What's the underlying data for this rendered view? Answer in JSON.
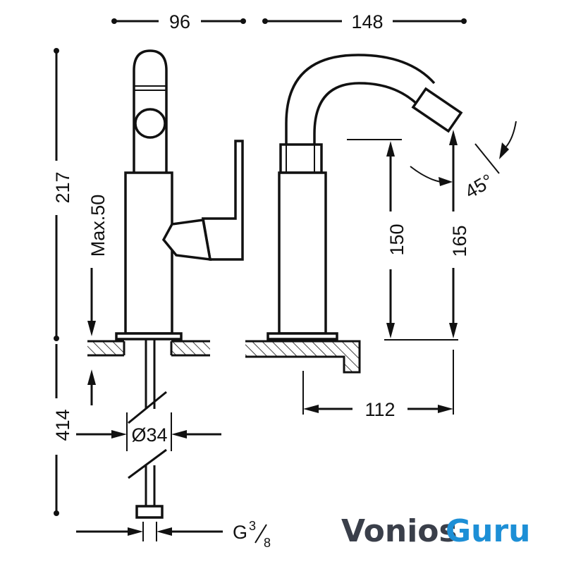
{
  "dimensions": {
    "width_front": "96",
    "width_side": "148",
    "height_total": "217",
    "max_thickness": "Max.50",
    "pipe_length": "414",
    "pipe_diameter": "Ø34",
    "thread": "G",
    "thread_fraction_num": "3",
    "thread_fraction_den": "8",
    "height_spout": "150",
    "height_outlet": "165",
    "angle": "45°",
    "reach": "112"
  },
  "logo": {
    "part1": "Vonios",
    "part2": "Guru"
  },
  "colors": {
    "line": "#111111",
    "logo_dark": "#3a3f4a",
    "logo_blue": "#1d8fd6"
  }
}
